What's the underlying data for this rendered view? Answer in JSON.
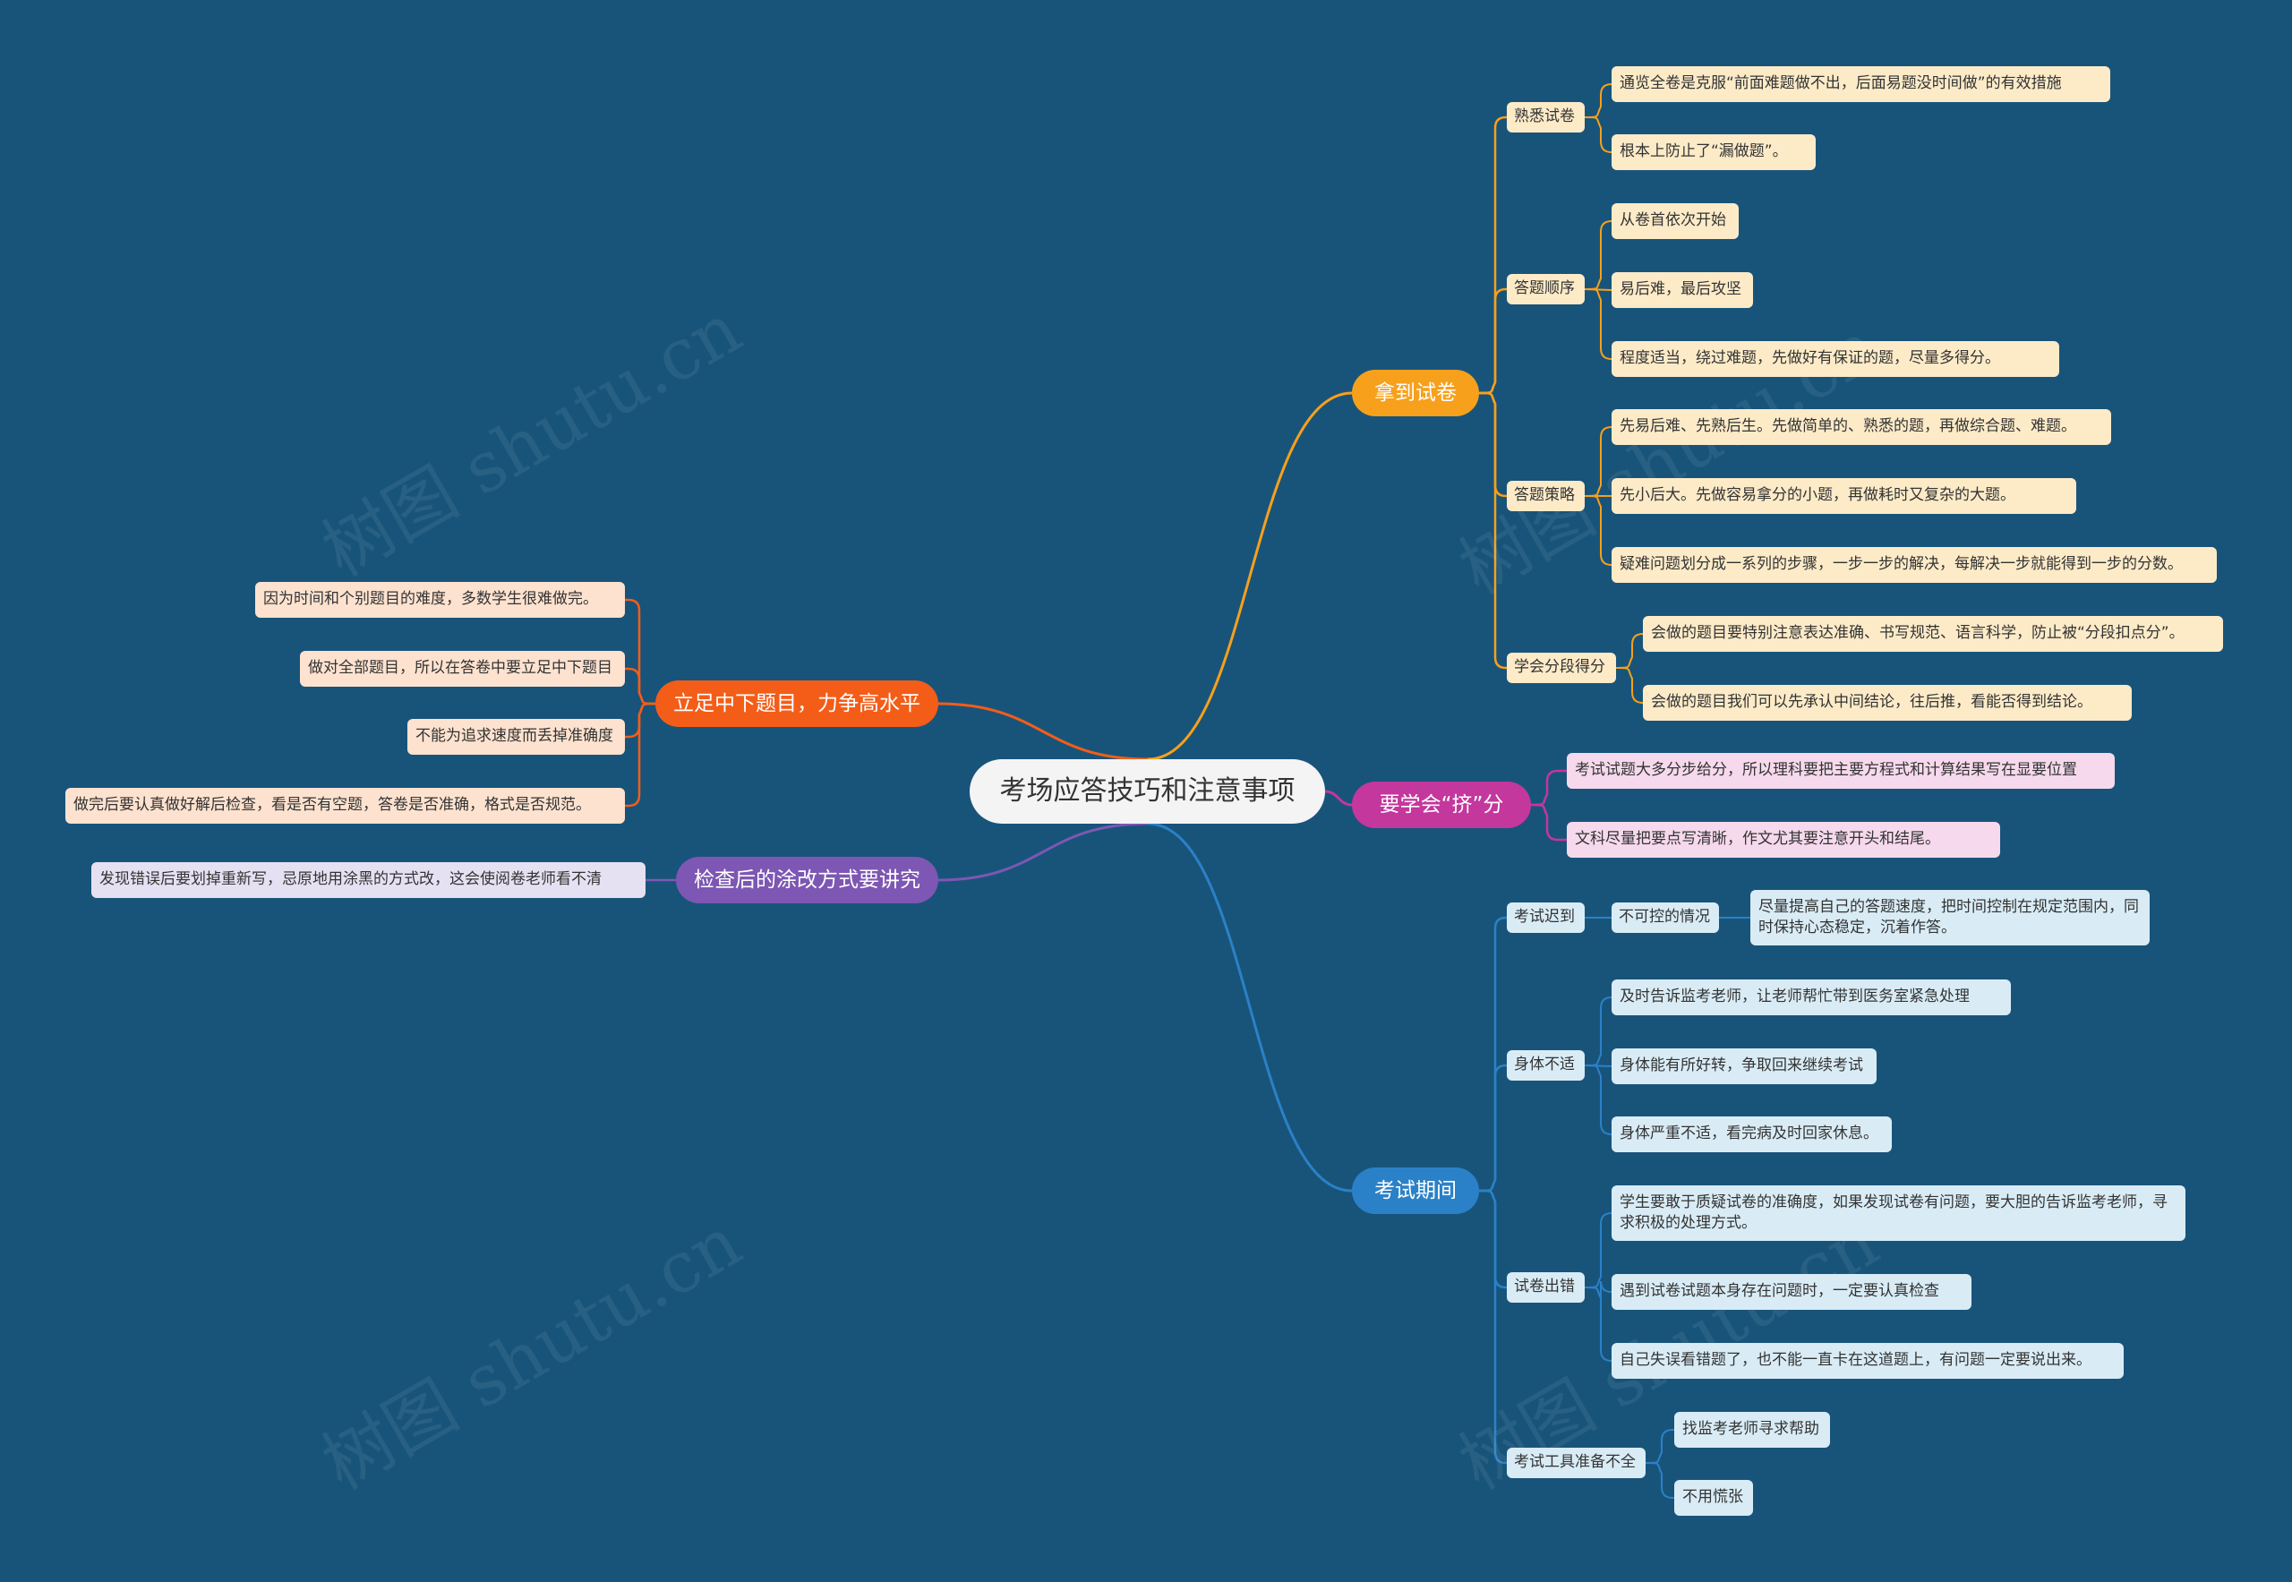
{
  "root": "考场应答技巧和注意事项",
  "watermark": "树图 shutu.cn",
  "colors": {
    "background": "#18547a",
    "orange": "#f7a01b",
    "magenta": "#c4379c",
    "blue": "#2b81c7",
    "red_orange": "#f45d18",
    "purple": "#7d57b3"
  },
  "branches": {
    "b1": {
      "label": "拿到试卷",
      "s1": {
        "label": "熟悉试卷",
        "l1": "通览全卷是克服“前面难题做不出，后面易题没时间做”的有效措施",
        "l2": "根本上防止了“漏做题”。"
      },
      "s2": {
        "label": "答题顺序",
        "l1": "从卷首依次开始",
        "l2": "易后难，最后攻坚",
        "l3": "程度适当，绕过难题，先做好有保证的题，尽量多得分。"
      },
      "s3": {
        "label": "答题策略",
        "l1": "先易后难、先熟后生。先做简单的、熟悉的题，再做综合题、难题。",
        "l2": "先小后大。先做容易拿分的小题，再做耗时又复杂的大题。",
        "l3": "疑难问题划分成一系列的步骤，一步一步的解决，每解决一步就能得到一步的分数。"
      },
      "s4": {
        "label": "学会分段得分",
        "l1": "会做的题目要特别注意表达准确、书写规范、语言科学，防止被“分段扣点分”。",
        "l2": "会做的题目我们可以先承认中间结论，往后推，看能否得到结论。"
      }
    },
    "b2": {
      "label": "要学会“挤”分",
      "l1": "考试试题大多分步给分，所以理科要把主要方程式和计算结果写在显要位置",
      "l2": "文科尽量把要点写清晰，作文尤其要注意开头和结尾。"
    },
    "b3": {
      "label": "考试期间",
      "s1": {
        "label": "考试迟到",
        "sub": "不可控的情况",
        "l1": "尽量提高自己的答题速度，把时间控制在规定范围内，同时保持心态稳定，沉着作答。"
      },
      "s2": {
        "label": "身体不适",
        "l1": "及时告诉监考老师，让老师帮忙带到医务室紧急处理",
        "l2": "身体能有所好转，争取回来继续考试",
        "l3": "身体严重不适，看完病及时回家休息。"
      },
      "s3": {
        "label": "试卷出错",
        "l1": "学生要敢于质疑试卷的准确度，如果发现试卷有问题，要大胆的告诉监考老师，寻求积极的处理方式。",
        "l2": "遇到试卷试题本身存在问题时，一定要认真检查",
        "l3": "自己失误看错题了，也不能一直卡在这道题上，有问题一定要说出来。"
      },
      "s4": {
        "label": "考试工具准备不全",
        "l1": "找监考老师寻求帮助",
        "l2": "不用慌张"
      }
    },
    "b4": {
      "label": "立足中下题目，力争高水平",
      "l1": "因为时间和个别题目的难度，多数学生很难做完。",
      "l2": "做对全部题目，所以在答卷中要立足中下题目",
      "l3": "不能为追求速度而丢掉准确度",
      "l4": "做完后要认真做好解后检查，看是否有空题，答卷是否准确，格式是否规范。"
    },
    "b5": {
      "label": "检查后的涂改方式要讲究",
      "l1": "发现错误后要划掉重新写，忌原地用涂黑的方式改，这会使阅卷老师看不清"
    }
  }
}
